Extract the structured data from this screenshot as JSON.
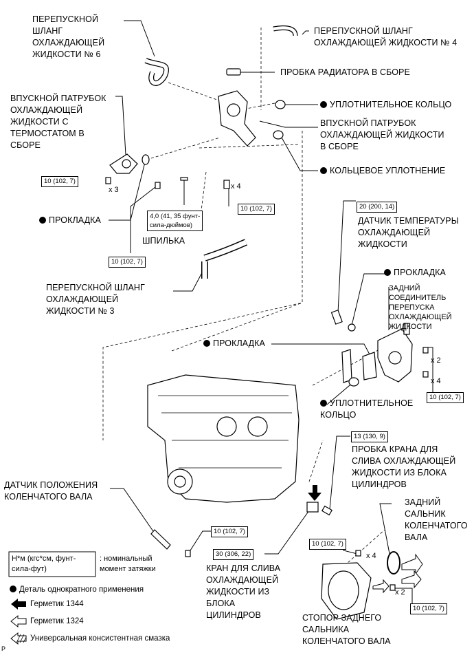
{
  "labels": {
    "bypass_hose_6": "ПЕРЕПУСКНОЙ\nШЛАНГ\nОХЛАЖДАЮЩЕЙ\nЖИДКОСТИ № 6",
    "bypass_hose_4": "ПЕРЕПУСКНОЙ ШЛАНГ\nОХЛАЖДАЮЩЕЙ ЖИДКОСТИ № 4",
    "radiator_cap": "ПРОБКА РАДИАТОРА В СБОРЕ",
    "o_ring_1": "УПЛОТНИТЕЛЬНОЕ КОЛЬЦО",
    "inlet_thermostat": "ВПУСКНОЙ ПАТРУБОК\nОХЛАЖДАЮЩЕЙ\nЖИДКОСТИ С\nТЕРМОСТАТОМ В\nСБОРЕ",
    "inlet_housing": "ВПУСКНОЙ ПАТРУБОК\nОХЛАЖДАЮЩЕЙ ЖИДКОСТИ\nВ СБОРЕ",
    "o_ring_2": "КОЛЬЦЕВОЕ УПЛОТНЕНИЕ",
    "gasket_1": "ПРОКЛАДКА",
    "stud": "ШПИЛЬКА",
    "bypass_hose_3": "ПЕРЕПУСКНОЙ ШЛАНГ\nОХЛАЖДАЮЩЕЙ\nЖИДКОСТИ № 3",
    "temp_sensor": "ДАТЧИК ТЕМПЕРАТУРЫ\nОХЛАЖДАЮЩЕЙ\nЖИДКОСТИ",
    "gasket_2": "ПРОКЛАДКА",
    "rear_connector": "ЗАДНИЙ\nСОЕДИНИТЕЛЬ\nПЕРЕПУСКА\nОХЛАЖДАЮЩЕЙ\nЖИДКОСТИ",
    "gasket_3": "ПРОКЛАДКА",
    "o_ring_3": "УПЛОТНИТЕЛЬНОЕ\nКОЛЬЦО",
    "drain_plug": "ПРОБКА КРАНА ДЛЯ\nСЛИВА ОХЛАЖДАЮЩЕЙ\nЖИДКОСТИ ИЗ БЛОКА\nЦИЛИНДРОВ",
    "crank_sensor": "ДАТЧИК ПОЛОЖЕНИЯ\nКОЛЕНЧАТОГО ВАЛА",
    "rear_seal": "ЗАДНИЙ\nСАЛЬНИК\nКОЛЕНЧАТОГО\nВАЛА",
    "drain_cock": "КРАН ДЛЯ СЛИВА\nОХЛАЖДАЮЩЕЙ\nЖИДКОСТИ ИЗ\nБЛОКА\nЦИЛИНДРОВ",
    "seal_retainer": "СТОПОР ЗАДНЕГО\nСАЛЬНИКА\nКОЛЕНЧАТОГО ВАЛА"
  },
  "torques": {
    "t1": "10 (102, 7)",
    "t2": "4,0 (41, 35 фунт-\nсила-дюймов)",
    "t3": "10 (102, 7)",
    "t4": "10 (102, 7)",
    "t5": "20 (200, 14)",
    "t6": "10 (102, 7)",
    "t7": "13 (130, 9)",
    "t8": "10 (102, 7)",
    "t9": "30 (306, 22)",
    "t10": "10 (102, 7)",
    "t11": "10 (102, 7)"
  },
  "multipliers": {
    "m1": "x 3",
    "m2": "x 4",
    "m3": "x 2",
    "m4": "x 4",
    "m5": "x 4",
    "m6": "x 2"
  },
  "legend": {
    "torque_unit": "Н*м (кгс*см, фунт-\nсила-фут)",
    "torque_desc": ": номинальный\nмомент затяжки",
    "single_use": "Деталь однократного применения",
    "sealant_1344": "Герметик 1344",
    "sealant_1324": "Герметик 1324",
    "grease": "Универсальная консистентная смазка"
  },
  "corner_code": "P"
}
